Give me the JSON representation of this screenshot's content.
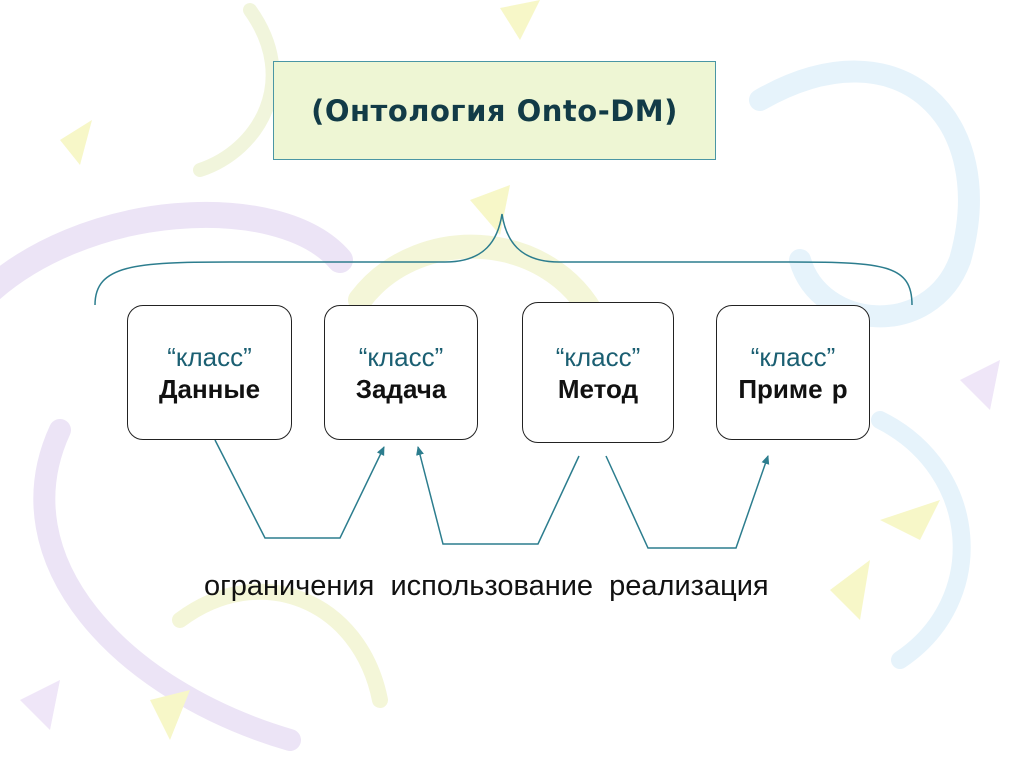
{
  "title": "(Онтология Onto-DM)",
  "keyword": "“класс”",
  "classes": [
    {
      "name": "Данные"
    },
    {
      "name": "Задача"
    },
    {
      "name": "Метод"
    },
    {
      "name": "Приме р"
    }
  ],
  "relations": [
    "ограничения",
    "использование",
    "реализация"
  ],
  "colors": {
    "title_bg": "#eef6d4",
    "title_border": "#4a96a4",
    "connector": "#2c7d8e",
    "keyword": "#1b5f72"
  }
}
